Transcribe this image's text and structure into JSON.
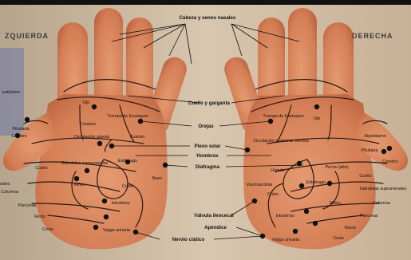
{
  "titles": {
    "left": "ZQUIERDA",
    "right": "DERECHA"
  },
  "labels": {
    "cabeza": "Cabeza y senos nasales",
    "cuello_garganta": "Cuello y garganta",
    "orejas": "Orejas",
    "plexo": "Plexo solar",
    "hombros": "Hombros",
    "diafragma": "Diafragma",
    "valvula": "Válvula ileocecal",
    "apendice": "Apéndice",
    "nervio": "Nervio ciático",
    "L": {
      "ojo": "Ojo",
      "trompa": "Trompa de Eustaquio",
      "corazon": "Corazón",
      "circulacion": "Circulación arterial",
      "pulmon": "Pulmón",
      "hipotalamo": "potálamo",
      "pituitaria": "Pituitaria",
      "cerebro": "Cerebro",
      "cuello": "Cuello",
      "glandulas": "Glándulas suprarrenales",
      "estomago": "Estómago",
      "tiroides": "oides",
      "columna": "Columna",
      "rinon": "Riñón",
      "colon": "Colon",
      "bazo": "Bazo",
      "pancreas": "Páncreas",
      "intestinos": "Intestinos",
      "recto": "Recto",
      "coxis": "Coxis",
      "vejiga": "Vejiga urinaria"
    },
    "R": {
      "trompa": "Trompa de Eustaquio",
      "ojo": "Ojo",
      "circulacion": "Circulación pulmonar venosa",
      "hipotalamo": "Hipotálamo",
      "pituitaria": "Pituitaria",
      "cerebro": "Cerebro",
      "higado": "Hígado",
      "pecho": "Pecho (alto)",
      "cuello": "Cuello",
      "vesicula": "Vesícula biliar",
      "estomago": "Estómago",
      "glandulas": "Glándulas suprarrenales",
      "colon": "Colon",
      "rinon": "Riñón",
      "columna": "Columna",
      "intestinos": "Intestinos",
      "pancreas": "Páncreas",
      "recto": "Recto",
      "coxis": "Coxis",
      "vejiga": "Vejiga urinaria"
    }
  },
  "colors": {
    "skin": "#d9825a",
    "skin_dark": "#b6603e",
    "background": "#c9b39a",
    "dot": "#111111"
  }
}
